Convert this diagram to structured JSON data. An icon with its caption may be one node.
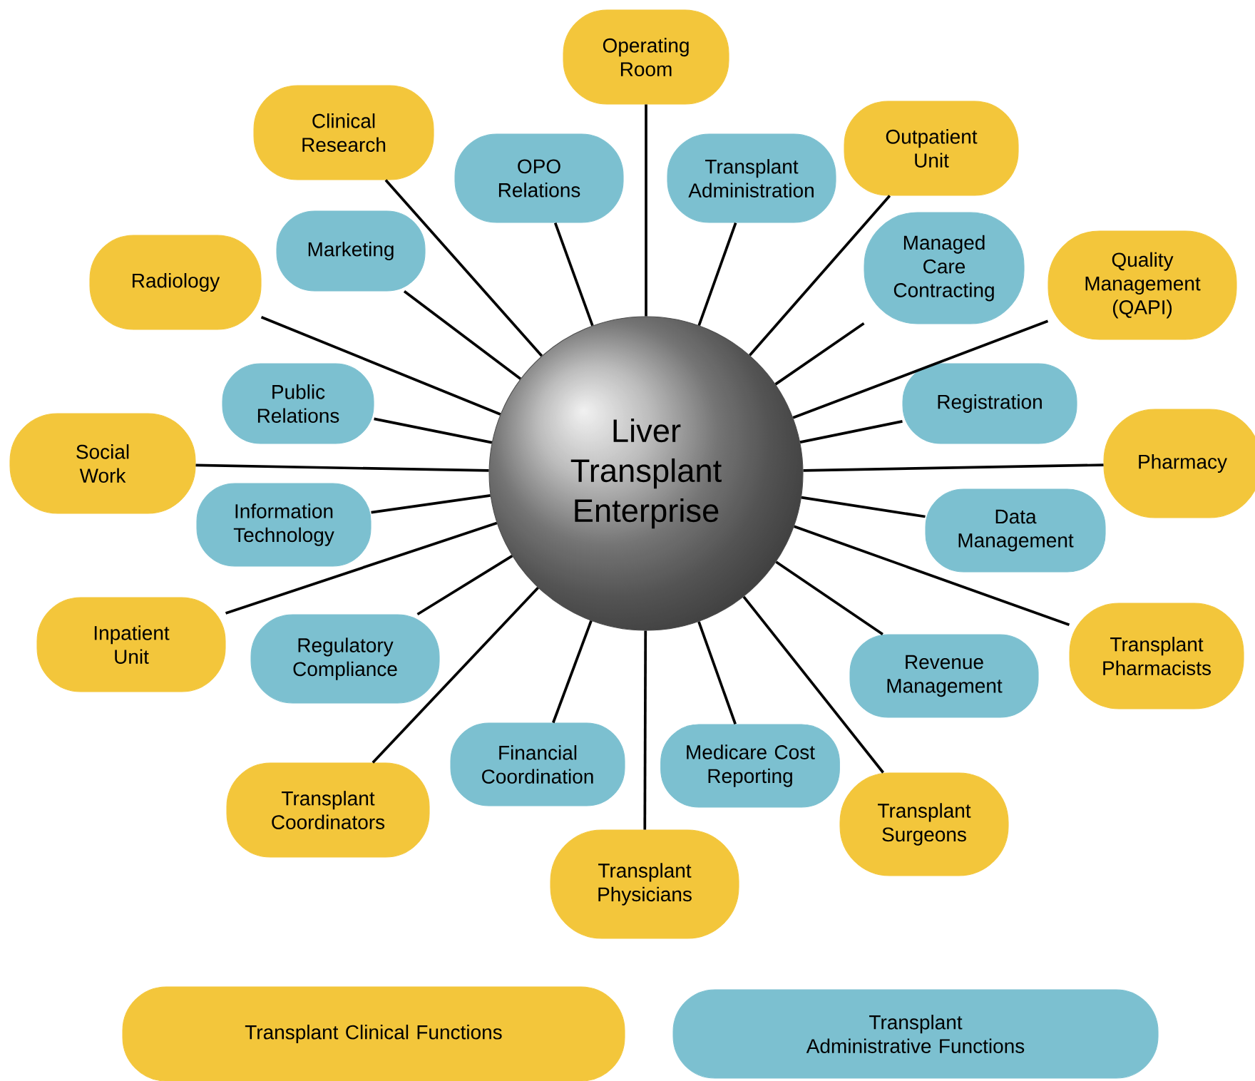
{
  "diagram": {
    "nodes": [
      {
        "text": [
          "Liver Transplant Enterprise"
        ]
      },
      {
        "text": [
          "Operating Room"
        ]
      },
      {
        "text": [
          "Clinical Research"
        ]
      },
      {
        "text": [
          "Outpatient Unit"
        ]
      },
      {
        "text": [
          "Radiology"
        ]
      },
      {
        "text": [
          "Quality Management (QAPI)"
        ]
      },
      {
        "text": [
          "Social Work"
        ]
      },
      {
        "text": [
          "Pharmacy"
        ]
      },
      {
        "text": [
          "Inpatient Unit"
        ]
      },
      {
        "text": [
          "Transplant Pharmacists"
        ]
      },
      {
        "text": [
          "Transplant Coordinators"
        ]
      },
      {
        "text": [
          "Transplant Surgeons"
        ]
      },
      {
        "text": [
          "Transplant Physicians"
        ]
      },
      {
        "text": [
          "OPO Relations"
        ]
      },
      {
        "text": [
          "Transplant Administration"
        ]
      },
      {
        "text": [
          "Marketing"
        ]
      },
      {
        "text": [
          "Managed Care Contracting"
        ]
      },
      {
        "text": [
          "Public Relations"
        ]
      },
      {
        "text": [
          "Registration"
        ]
      },
      {
        "text": [
          "Information Technology"
        ]
      },
      {
        "text": [
          "Data Management"
        ]
      },
      {
        "text": [
          "Regulatory Compliance"
        ]
      },
      {
        "text": [
          "Revenue Management"
        ]
      },
      {
        "text": [
          "Financial Coordination"
        ]
      },
      {
        "text": [
          "Medicare Cost Reporting"
        ]
      }
    ],
    "edges": [
      {
        "from": 0,
        "to": 1,
        "arrow": "none"
      },
      {
        "from": 0,
        "to": 2,
        "arrow": "none"
      },
      {
        "from": 0,
        "to": 3,
        "arrow": "none"
      },
      {
        "from": 0,
        "to": 4,
        "arrow": "none"
      },
      {
        "from": 0,
        "to": 5,
        "arrow": "none"
      },
      {
        "from": 0,
        "to": 6,
        "arrow": "none"
      },
      {
        "from": 0,
        "to": 7,
        "arrow": "none"
      },
      {
        "from": 0,
        "to": 8,
        "arrow": "none"
      },
      {
        "from": 0,
        "to": 9,
        "arrow": "none"
      },
      {
        "from": 0,
        "to": 10,
        "arrow": "none"
      },
      {
        "from": 0,
        "to": 11,
        "arrow": "none"
      },
      {
        "from": 0,
        "to": 12,
        "arrow": "none"
      },
      {
        "from": 0,
        "to": 13,
        "arrow": "none"
      },
      {
        "from": 0,
        "to": 14,
        "arrow": "none"
      },
      {
        "from": 0,
        "to": 15,
        "arrow": "none"
      },
      {
        "from": 0,
        "to": 16,
        "arrow": "none"
      },
      {
        "from": 0,
        "to": 17,
        "arrow": "none"
      },
      {
        "from": 0,
        "to": 18,
        "arrow": "none"
      },
      {
        "from": 0,
        "to": 19,
        "arrow": "none"
      },
      {
        "from": 0,
        "to": 20,
        "arrow": "none"
      },
      {
        "from": 0,
        "to": 21,
        "arrow": "none"
      },
      {
        "from": 0,
        "to": 22,
        "arrow": "none"
      },
      {
        "from": 0,
        "to": 23,
        "arrow": "none"
      },
      {
        "from": 0,
        "to": 24,
        "arrow": "none"
      }
    ],
    "legend": [
      {
        "text": "Transplant Clinical Functions",
        "color": "#f3c63b"
      },
      {
        "text": "Transplant Administrative Functions",
        "color": "#7cc0d0"
      }
    ]
  }
}
